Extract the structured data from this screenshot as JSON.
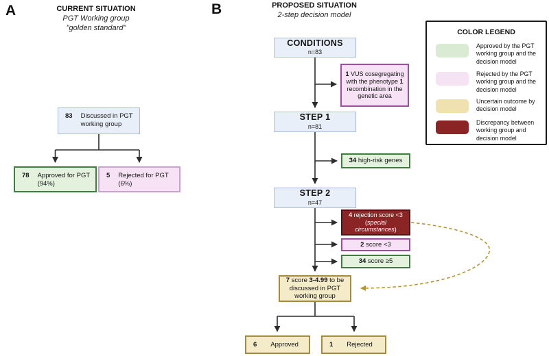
{
  "panel_a": {
    "label": "A",
    "title": "CURRENT SITUATION",
    "subtitle_line1": "PGT Working group",
    "subtitle_line2": "\"golden standard\"",
    "discussed_box": {
      "count": "83",
      "text": "Discussed in PGT working group"
    },
    "approved_box": {
      "count": "78",
      "text": "Approved for PGT",
      "percent": "(94%)"
    },
    "rejected_box": {
      "count": "5",
      "text": "Rejected for PGT",
      "percent": "(6%)"
    }
  },
  "panel_b": {
    "label": "B",
    "title": "PROPOSED SITUATION",
    "subtitle": "2-step decision model",
    "conditions_box": {
      "title": "CONDITIONS",
      "n": "n=83"
    },
    "vus_box": {
      "count1": "1",
      "text1": "VUS cosegregating with the phenotype",
      "count2": "1",
      "text2": "recombination in the genetic area"
    },
    "step1_box": {
      "title": "STEP 1",
      "n": "n=81"
    },
    "high_risk_box": {
      "count": "34",
      "text": "high-risk genes"
    },
    "step2_box": {
      "title": "STEP 2",
      "n": "n=47"
    },
    "rejection_box": {
      "count": "4",
      "text": "rejection score <3 (",
      "italic": "special circumstances",
      "close": ")"
    },
    "score_lt3_box": {
      "count": "2",
      "text": "score <3"
    },
    "score_ge5_box": {
      "count": "34",
      "text": "score ≥5"
    },
    "uncertain_box": {
      "count": "7",
      "score_label": "score",
      "score_range": "3-4.99",
      "detail": "to be discussed in PGT working group"
    },
    "approved_box": {
      "count": "6",
      "text": "Approved"
    },
    "rejected_box": {
      "count": "1",
      "text": "Rejected"
    }
  },
  "legend": {
    "title": "COLOR LEGEND",
    "items": [
      {
        "name": "approved",
        "color": "#d9ecd3",
        "text": "Approved by the PGT working group and the decision model"
      },
      {
        "name": "rejected",
        "color": "#f5e2f3",
        "text": "Rejected by the PGT working group and the decision model"
      },
      {
        "name": "uncertain",
        "color": "#f0e2b0",
        "text": "Uncertain outcome by decision model"
      },
      {
        "name": "discrepancy",
        "color": "#8b2424",
        "text": "Discrepancy between working group and decision model"
      }
    ]
  },
  "colors": {
    "blue_fill": "#e9eff9",
    "blue_border": "#a9bede",
    "green_fill": "#e3f1dd",
    "green_border": "#3f7d40",
    "pink_fill": "#f6e2f4",
    "purple_border": "#9c4f9e",
    "light_purple_border": "#c9a3cf",
    "dark_red_fill": "#8b2424",
    "dark_red_border": "#541313",
    "tan_fill": "#f4ebc9",
    "tan_border": "#a68b3c",
    "arrow": "#2d2d2d",
    "dashed_arrow": "#b5932d"
  }
}
